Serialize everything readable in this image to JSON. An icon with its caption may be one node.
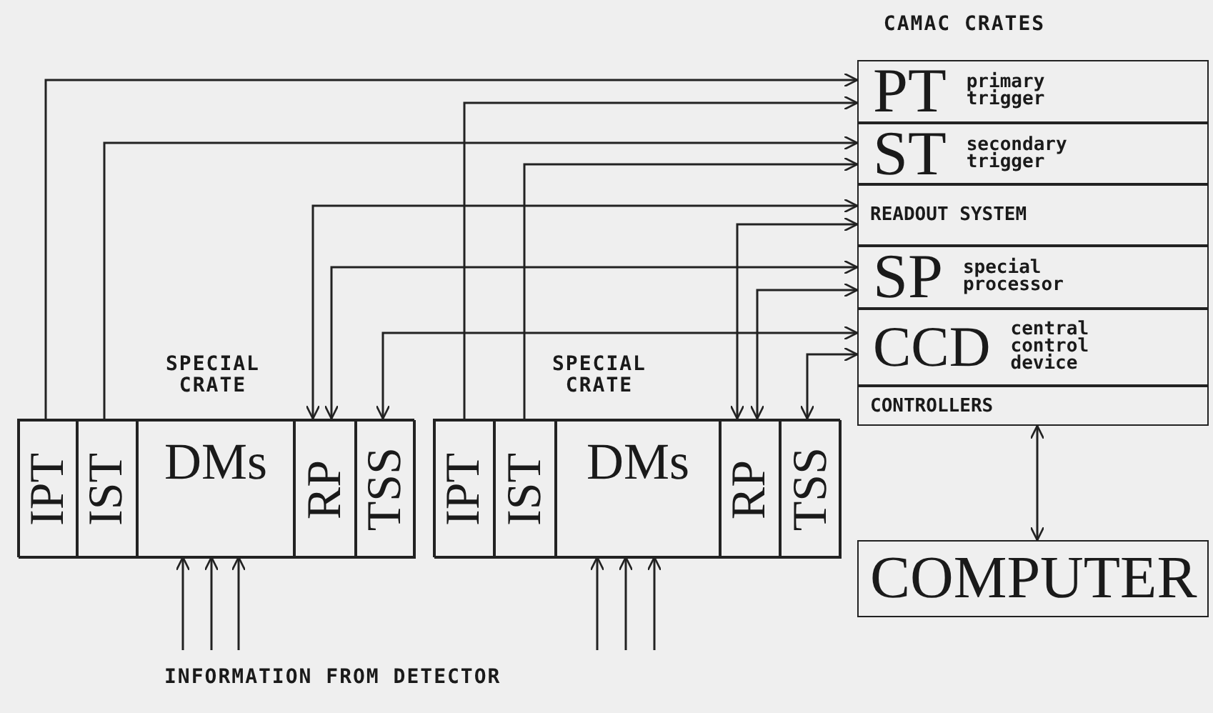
{
  "diagram": {
    "nodes": [
      {
        "text": [
          "CAMAC CRATES"
        ]
      },
      {
        "text": [
          "PT",
          "primary trigger"
        ],
        "in": 0
      },
      {
        "text": [
          "ST",
          "secondary trigger"
        ],
        "in": 0
      },
      {
        "text": [
          "READOUT SYSTEM"
        ],
        "in": 0
      },
      {
        "text": [
          "SP",
          "special processor"
        ],
        "in": 0
      },
      {
        "text": [
          "CCD",
          "central control device"
        ],
        "in": 0
      },
      {
        "text": [
          "CONTROLLERS"
        ],
        "in": 0
      },
      {
        "text": [
          "COMPUTER"
        ]
      },
      {
        "text": [
          "SPECIAL CRATE"
        ]
      },
      {
        "text": [
          "IPT"
        ],
        "in": 8
      },
      {
        "text": [
          "IST"
        ],
        "in": 8
      },
      {
        "text": [
          "DMs"
        ],
        "in": 8
      },
      {
        "text": [
          "RP"
        ],
        "in": 8
      },
      {
        "text": [
          "TSS"
        ],
        "in": 8
      },
      {
        "text": [
          "SPECIAL CRATE"
        ]
      },
      {
        "text": [
          "IPT"
        ],
        "in": 14
      },
      {
        "text": [
          "IST"
        ],
        "in": 14
      },
      {
        "text": [
          "DMs"
        ],
        "in": 14
      },
      {
        "text": [
          "RP"
        ],
        "in": 14
      },
      {
        "text": [
          "TSS"
        ],
        "in": 14
      }
    ],
    "edges": [
      {
        "from": 9,
        "to": 1,
        "arrow": "to"
      },
      {
        "from": 15,
        "to": 1,
        "arrow": "to"
      },
      {
        "from": 10,
        "to": 2,
        "arrow": "to"
      },
      {
        "from": 16,
        "to": 2,
        "arrow": "to"
      },
      {
        "from": 12,
        "to": 3,
        "arrow": "both"
      },
      {
        "from": 18,
        "to": 3,
        "arrow": "both"
      },
      {
        "from": 12,
        "to": 4,
        "arrow": "both"
      },
      {
        "from": 18,
        "to": 4,
        "arrow": "both"
      },
      {
        "from": 13,
        "to": 5,
        "arrow": "both"
      },
      {
        "from": 19,
        "to": 5,
        "arrow": "both"
      },
      {
        "from": 6,
        "to": 7,
        "arrow": "both"
      },
      {
        "from": null,
        "to": 11,
        "arrow": "to"
      },
      {
        "from": null,
        "to": 11,
        "arrow": "to"
      },
      {
        "from": null,
        "to": 11,
        "arrow": "to"
      },
      {
        "from": null,
        "to": 17,
        "arrow": "to"
      },
      {
        "from": null,
        "to": 17,
        "arrow": "to"
      },
      {
        "from": null,
        "to": 17,
        "arrow": "to"
      }
    ],
    "labels": [
      "INFORMATION FROM DETECTOR"
    ]
  }
}
